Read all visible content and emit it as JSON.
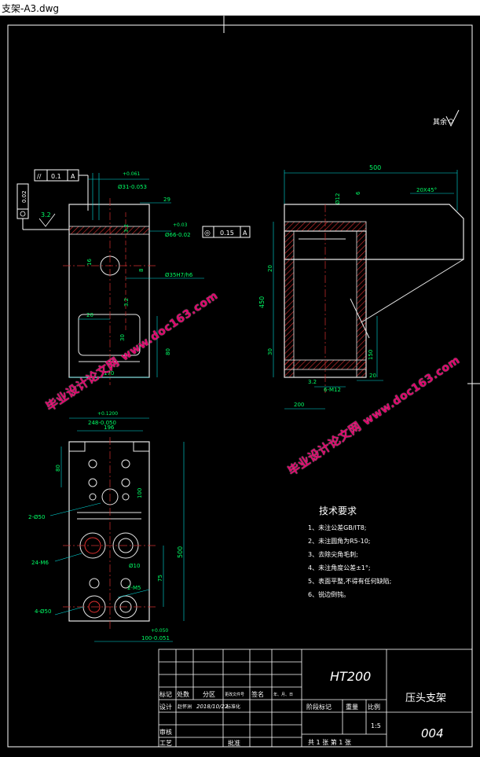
{
  "window": {
    "title": "支架-A3.dwg"
  },
  "colors": {
    "frame": "#ffffff",
    "dims": "#00e0e0",
    "hatch": "#e03030",
    "part": "#e8e8e8",
    "centerline": "#d03030",
    "text": "#ffffff",
    "dimtext": "#00ff66",
    "watermark": "#e0006a"
  },
  "drawing": {
    "roughness_note": "其余",
    "view1": {
      "fcf_left": [
        "//",
        "0.1",
        "A"
      ],
      "datum_a": "A",
      "datum_b": "0.02",
      "fcf_right": [
        "◎",
        "0.15",
        "A"
      ],
      "dims": {
        "d31": "Ø31-0.053",
        "d31_tol": "+0.061",
        "d29": "29",
        "d66": "Ø66-0.02",
        "d66_tol": "+0.03",
        "r32": "3.2",
        "d16": "16",
        "d32b": "3.2",
        "d32c": "3.2",
        "d8": "8",
        "d35": "Ø35H7/h6",
        "d20": "20",
        "d30": "30",
        "d80": "80",
        "d170": "170"
      }
    },
    "view2": {
      "dims": {
        "d500": "500",
        "d12": "Ø12",
        "d6": "6",
        "chamfer": "20X45°",
        "d20": "20",
        "d450": "450",
        "d30": "30",
        "d150": "150",
        "d32": "3.2",
        "d20b": "20",
        "m12": "6-M12",
        "d200": "200"
      }
    },
    "view3": {
      "dims": {
        "top_tol": "+0.1200",
        "top": "248-0.050",
        "d196": "196",
        "d80": "80",
        "d100": "100",
        "hole_a": "2-Ø50",
        "d500": "500",
        "m6": "24-M6",
        "d10": "Ø10",
        "d75": "75",
        "m5": "2-M5",
        "hole_b": "4-Ø50",
        "bot_tol": "+0.050",
        "bot": "100-0.051"
      }
    },
    "notes": {
      "heading": "技术要求",
      "items": [
        "1、未注公差GB/IT8;",
        "2、未注圆角为R5-10;",
        "3、去除尖角毛刺;",
        "4、未注角度公差±1°;",
        "5、表面平整,不得有任何缺陷;",
        "6、锐边倒钝。"
      ]
    },
    "title_block": {
      "material": "HT200",
      "part_name": "压头支架",
      "part_no": "004",
      "hdr_mark": "标记",
      "hdr_count": "处数",
      "hdr_zone": "分区",
      "hdr_doc": "更改文件号",
      "hdr_sign": "签名",
      "hdr_date": "年、月、日",
      "design": "设计",
      "designer": "赵怀洲",
      "design_date": "2018/10/22",
      "standard": "标准化",
      "stage": "阶段标记",
      "weight": "重量",
      "scale_label": "比例",
      "scale": "1:5",
      "review": "审核",
      "process": "工艺",
      "approve": "批准",
      "sheets": "共 1 张  第 1 张"
    }
  },
  "watermarks": [
    {
      "main": "毕业设计论文网",
      "url": "www.doc163.com"
    },
    {
      "main": "毕业设计论文网",
      "url": "www.doc163.com"
    }
  ]
}
